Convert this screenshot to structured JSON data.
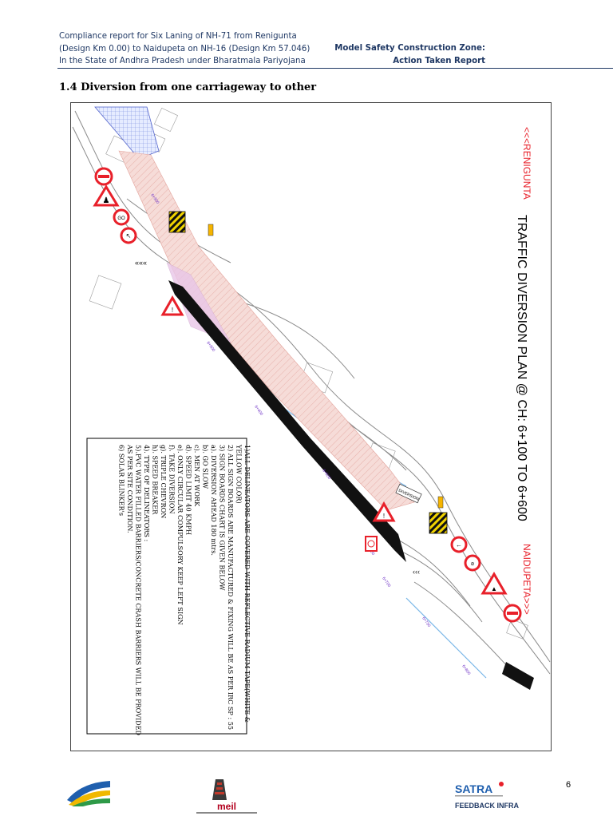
{
  "header": {
    "left_lines": [
      "Compliance report for Six Laning of NH-71 from Renigunta",
      "(Design Km 0.00) to Naidupeta on NH-16 (Design Km 57.046)",
      "In the State of Andhra Pradesh under Bharatmala Pariyojana"
    ],
    "right_lines": [
      "Model Safety Construction Zone:",
      "Action  Taken Report"
    ]
  },
  "section": {
    "title": "1.4 Diversion from one carriageway to other"
  },
  "drawing": {
    "title": "TRAFFIC DIVERSION PLAN @  CH: 6+100 TO 6+600",
    "direction_left": "<<<RENIGUNTA",
    "direction_right": "NAIDUPETA>>>",
    "diversion_sign_label": "DIVERSION",
    "notes": [
      "1)ALL DELINEATORS ARE COVERED WITH REFLECTIVE RADIUM TAPE(WHITE &",
      "YELLOW COLOR)",
      "2) ALL SIGN BOARDS ARE MANUFACTURED & FIXING WILL BE AS PER IRC SP : 55",
      "3) SIGN BOARDS CHART IS GIVEN BELOW",
      "a). DIVERSION AHEAD 180 mtrs.",
      "b). GO SLOW",
      "c). MEN AT WORK",
      "d). SPEED LIMIT 40 KMPH",
      "e). ONLY CIRCULAR COMPULSORY KEEP LEFT SIGN",
      "f). TAKE DIVERSION",
      "g). TRIPLE CHEVRON",
      "h). SPEED BREAKER",
      "4). TYPE OF DELINEATORS :",
      "5).PVC WATER FILLED BARRIERS/CONCRETE CRASH BARRIERS WILL BE PROVIDED",
      "AS PER SITE CONDITION.",
      "6) SOLAR BLINKER's"
    ],
    "colors": {
      "red": "#e8202a",
      "road": "#111111",
      "hatch": "#f2c9c4",
      "lane_blue": "#6b7fd6",
      "chainage": "#7a2fd0"
    }
  },
  "footer": {
    "page_number": "6",
    "logo_meil_text": "meil",
    "logo_satra_text": "SATRA",
    "logo_feedback_text": "FEEDBACK INFRA"
  }
}
